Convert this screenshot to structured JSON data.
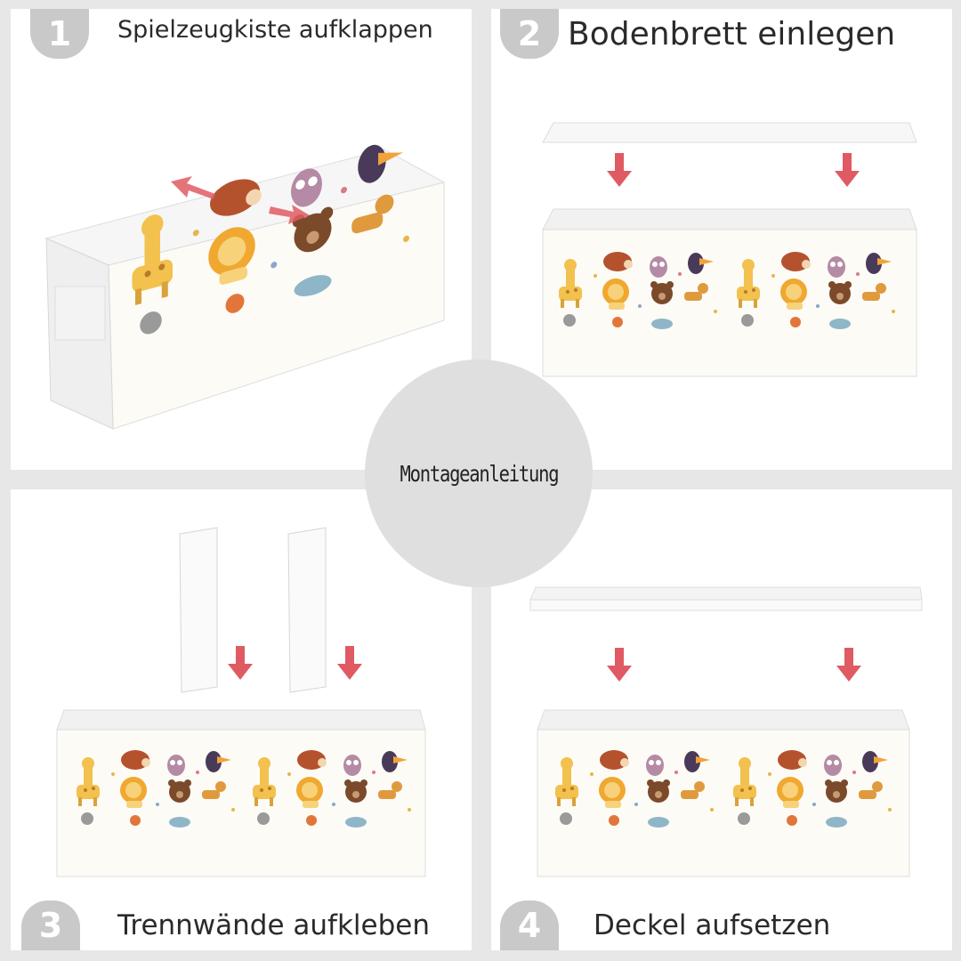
{
  "center": {
    "label": "Montageanleitung"
  },
  "steps": [
    {
      "number": "1",
      "title": "Spielzeugkiste aufklappen"
    },
    {
      "number": "2",
      "title": "Bodenbrett einlegen"
    },
    {
      "number": "3",
      "title": "Trennwände aufkleben"
    },
    {
      "number": "4",
      "title": "Deckel aufsetzen"
    }
  ],
  "colors": {
    "background": "#e7e7e7",
    "panel": "#ffffff",
    "badge": "#c9c9c9",
    "arrow": "#e05a63",
    "center_circle": "#dfdfdf"
  }
}
